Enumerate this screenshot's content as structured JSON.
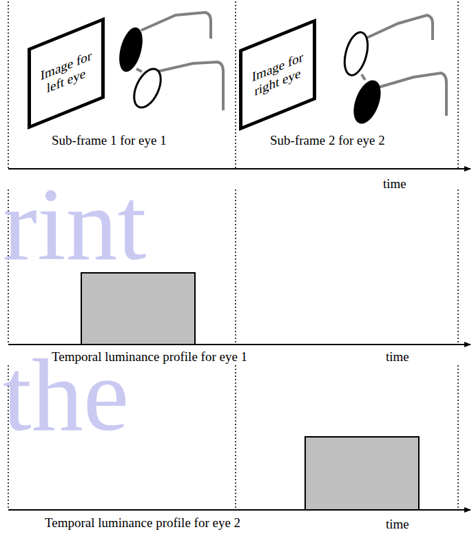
{
  "diagram": {
    "nodes": [
      {
        "text": [
          "Image for left eye"
        ]
      },
      {
        "text": [
          "Image for right eye"
        ]
      }
    ],
    "labels": [
      "Sub-frame 1 for eye 1",
      "Sub-frame 2 for eye 2",
      "time",
      "Temporal luminance profile for eye 1",
      "time",
      "Temporal luminance profile for eye 2",
      "time",
      "rint",
      "the"
    ]
  }
}
